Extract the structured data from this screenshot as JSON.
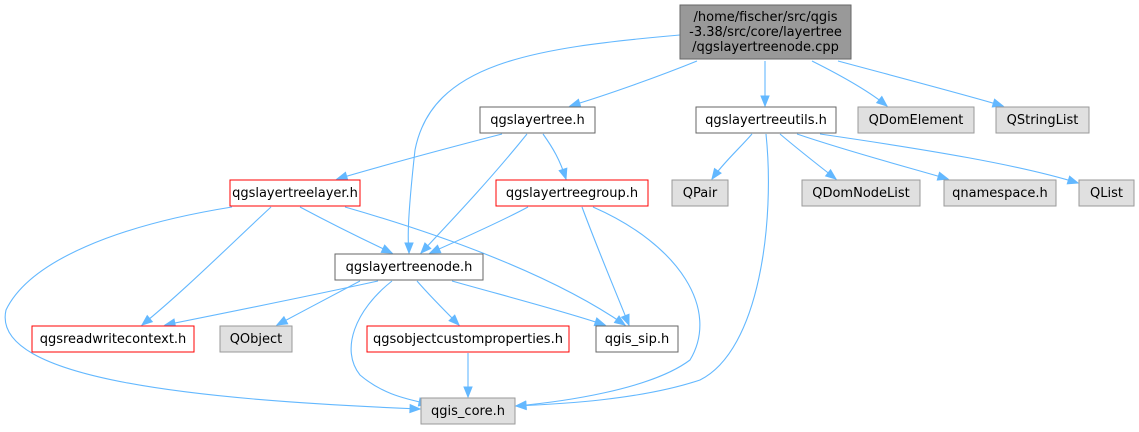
{
  "graph": {
    "colors": {
      "edge": "#63b8ff",
      "root_fill": "#999999",
      "root_border": "#666666",
      "node_fill": "#ffffff",
      "node_border": "#666666",
      "incomplete_border": "#ff0000",
      "external_fill": "#e0e0e0",
      "external_border": "#999999"
    },
    "nodes": [
      {
        "id": "root",
        "lines": [
          "/home/fischer/src/qgis",
          "-3.38/src/core/layertree",
          "/qgslayertreenode.cpp"
        ],
        "kind": "root"
      },
      {
        "id": "qgslayertree_h",
        "lines": [
          "qgslayertree.h"
        ],
        "kind": "normal"
      },
      {
        "id": "qgslayertreeutils_h",
        "lines": [
          "qgslayertreeutils.h"
        ],
        "kind": "normal"
      },
      {
        "id": "QDomElement",
        "lines": [
          "QDomElement"
        ],
        "kind": "external"
      },
      {
        "id": "QStringList",
        "lines": [
          "QStringList"
        ],
        "kind": "external"
      },
      {
        "id": "qgslayertreelayer_h",
        "lines": [
          "qgslayertreelayer.h"
        ],
        "kind": "incomplete"
      },
      {
        "id": "qgslayertreegroup_h",
        "lines": [
          "qgslayertreegroup.h"
        ],
        "kind": "incomplete"
      },
      {
        "id": "QPair",
        "lines": [
          "QPair"
        ],
        "kind": "external"
      },
      {
        "id": "QDomNodeList",
        "lines": [
          "QDomNodeList"
        ],
        "kind": "external"
      },
      {
        "id": "qnamespace_h",
        "lines": [
          "qnamespace.h"
        ],
        "kind": "external"
      },
      {
        "id": "QList",
        "lines": [
          "QList"
        ],
        "kind": "external"
      },
      {
        "id": "qgslayertreenode_h",
        "lines": [
          "qgslayertreenode.h"
        ],
        "kind": "normal"
      },
      {
        "id": "qgsreadwritecontext_h",
        "lines": [
          "qgsreadwritecontext.h"
        ],
        "kind": "incomplete"
      },
      {
        "id": "QObject",
        "lines": [
          "QObject"
        ],
        "kind": "external"
      },
      {
        "id": "qgsobjectcustomproperties_h",
        "lines": [
          "qgsobjectcustomproperties.h"
        ],
        "kind": "incomplete"
      },
      {
        "id": "qgis_sip_h",
        "lines": [
          "qgis_sip.h"
        ],
        "kind": "normal"
      },
      {
        "id": "qgis_core_h",
        "lines": [
          "qgis_core.h"
        ],
        "kind": "external"
      }
    ],
    "edges": [
      {
        "from": "root",
        "to": "qgslayertree_h"
      },
      {
        "from": "root",
        "to": "qgslayertreeutils_h"
      },
      {
        "from": "root",
        "to": "QDomElement"
      },
      {
        "from": "root",
        "to": "QStringList"
      },
      {
        "from": "root",
        "to": "qgslayertreenode_h"
      },
      {
        "from": "qgslayertree_h",
        "to": "qgslayertreelayer_h"
      },
      {
        "from": "qgslayertree_h",
        "to": "qgslayertreegroup_h"
      },
      {
        "from": "qgslayertree_h",
        "to": "qgslayertreenode_h"
      },
      {
        "from": "qgslayertreeutils_h",
        "to": "QPair"
      },
      {
        "from": "qgslayertreeutils_h",
        "to": "QDomNodeList"
      },
      {
        "from": "qgslayertreeutils_h",
        "to": "qnamespace_h"
      },
      {
        "from": "qgslayertreeutils_h",
        "to": "QList"
      },
      {
        "from": "qgslayertreeutils_h",
        "to": "qgis_core_h"
      },
      {
        "from": "qgslayertreelayer_h",
        "to": "qgslayertreenode_h"
      },
      {
        "from": "qgslayertreelayer_h",
        "to": "qgsreadwritecontext_h"
      },
      {
        "from": "qgslayertreelayer_h",
        "to": "qgis_sip_h"
      },
      {
        "from": "qgslayertreelayer_h",
        "to": "qgis_core_h"
      },
      {
        "from": "qgslayertreegroup_h",
        "to": "qgslayertreenode_h"
      },
      {
        "from": "qgslayertreegroup_h",
        "to": "qgis_sip_h"
      },
      {
        "from": "qgslayertreegroup_h",
        "to": "qgis_core_h"
      },
      {
        "from": "qgslayertreenode_h",
        "to": "qgsreadwritecontext_h"
      },
      {
        "from": "qgslayertreenode_h",
        "to": "QObject"
      },
      {
        "from": "qgslayertreenode_h",
        "to": "qgsobjectcustomproperties_h"
      },
      {
        "from": "qgslayertreenode_h",
        "to": "qgis_sip_h"
      },
      {
        "from": "qgslayertreenode_h",
        "to": "qgis_core_h"
      },
      {
        "from": "qgsobjectcustomproperties_h",
        "to": "qgis_core_h"
      }
    ]
  }
}
